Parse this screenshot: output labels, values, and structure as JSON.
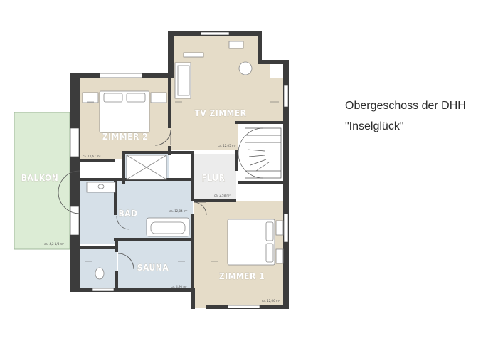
{
  "title": {
    "line1": "Obergeschoss der DHH",
    "line2": "\"Inselglück\""
  },
  "rooms": {
    "balkon": {
      "label": "BALKON",
      "area": "ca. 4,2 1/4 m²"
    },
    "zimmer2": {
      "label": "ZIMMER 2",
      "area": "ca. 10,67 m²"
    },
    "tvzimmer": {
      "label": "TV ZIMMER",
      "area": "ca. 12,05 m²"
    },
    "flur": {
      "label": "FLUR",
      "area": "ca. 2,58 m²"
    },
    "bad": {
      "label": "BAD",
      "area": "ca. 12,84 m²"
    },
    "sauna": {
      "label": "SAUNA",
      "area": "ca. 4,90 m²"
    },
    "zimmer1": {
      "label": "ZIMMER 1",
      "area": "ca. 12,66 m²"
    }
  },
  "colors": {
    "room_fill": "#e5dcc8",
    "bath_fill": "#d6e0e8",
    "balcony_fill": "#dcecd5",
    "wall": "#3c3c3c",
    "flur_fill": "#ececec"
  }
}
